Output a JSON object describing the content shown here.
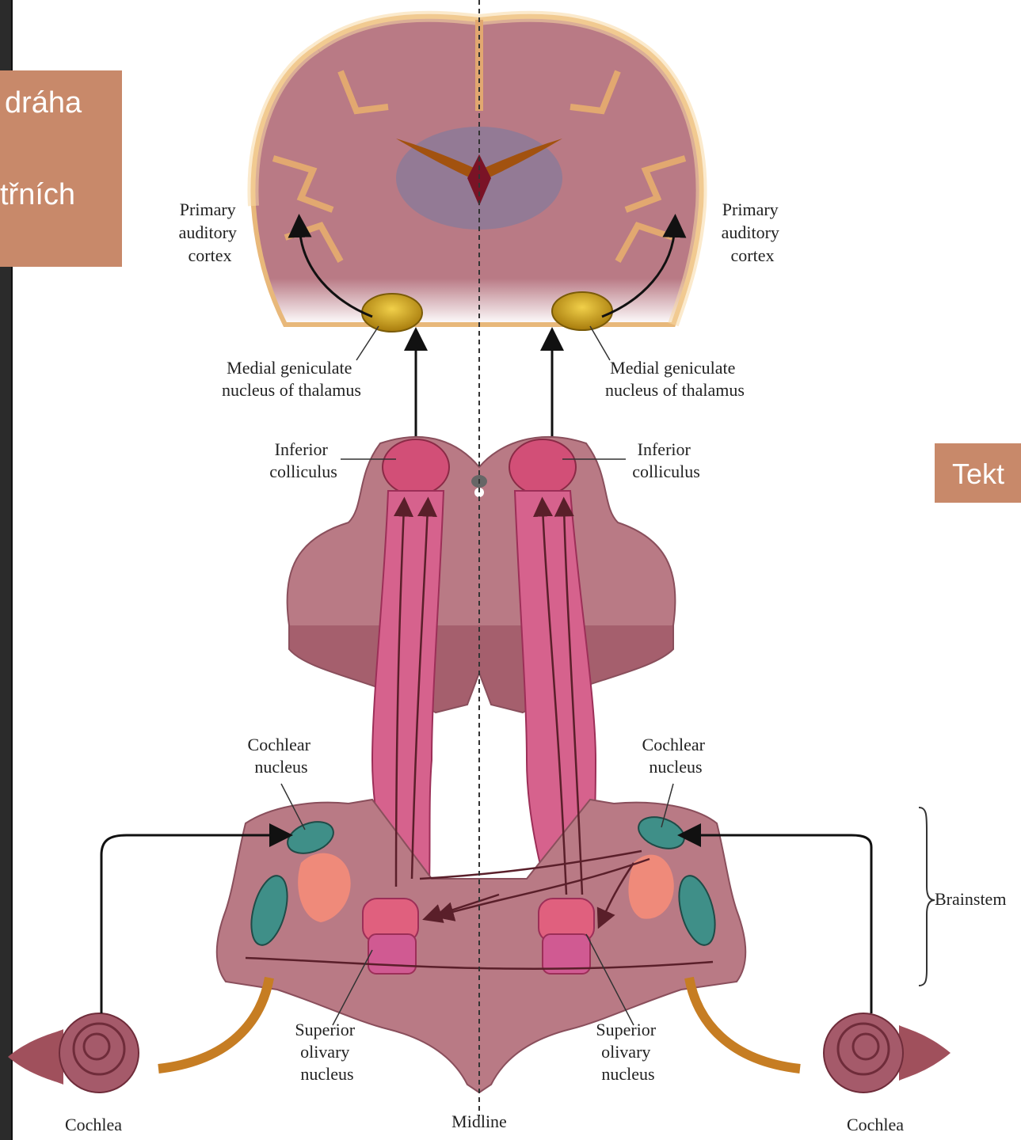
{
  "slide": {
    "box_line1": "dráha",
    "box_line2": "třních",
    "right_box": "Tekt"
  },
  "labels": {
    "primary_cortex_left": [
      "Primary",
      "auditory",
      "cortex"
    ],
    "primary_cortex_right": [
      "Primary",
      "auditory",
      "cortex"
    ],
    "mgn_left": [
      "Medial geniculate",
      "nucleus of thalamus"
    ],
    "mgn_right": [
      "Medial geniculate",
      "nucleus of thalamus"
    ],
    "ic_left": [
      "Inferior",
      "colliculus"
    ],
    "ic_right": [
      "Inferior",
      "colliculus"
    ],
    "cochlear_nucleus_left": [
      "Cochlear",
      "nucleus"
    ],
    "cochlear_nucleus_right": [
      "Cochlear",
      "nucleus"
    ],
    "son_left": [
      "Superior",
      "olivary",
      "nucleus"
    ],
    "son_right": [
      "Superior",
      "olivary",
      "nucleus"
    ],
    "brainstem": "Brainstem",
    "midline": "Midline",
    "cochlea_left": "Cochlea",
    "cochlea_right": "Cochlea"
  },
  "colors": {
    "brain_tissue": "#b97a85",
    "cortex_outline": "#f3c98c",
    "nucleus_gold": "#d9a416",
    "tract_pink": "#d6628d",
    "cochlear_teal": "#3f8f88",
    "box_fill": "#c8896a"
  }
}
